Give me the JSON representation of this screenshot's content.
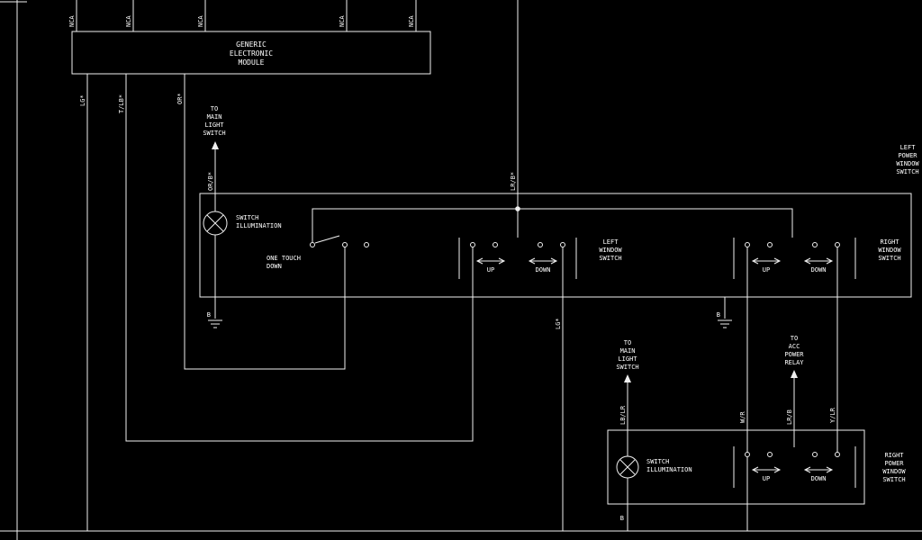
{
  "gem": {
    "lines": [
      "GENERIC",
      "ELECTRONIC",
      "MODULE"
    ]
  },
  "top_labels": [
    "NCA",
    "NCA",
    "NCA",
    "NCA",
    "NCA"
  ],
  "wires": {
    "lg_left": "LG*",
    "tlb": "T/LB*",
    "or": "OR*",
    "orb": "OR/B*",
    "lrb_feed": "LR/B*",
    "lg_out": "LG*",
    "lblr": "LB/LR",
    "wr": "W/R",
    "lrb_acc": "LR/B",
    "ylr": "Y/LR",
    "ground_b": "B"
  },
  "destinations": {
    "main_light_top": [
      "TO",
      "MAIN",
      "LIGHT",
      "SWITCH"
    ],
    "main_light_bottom": [
      "TO",
      "MAIN",
      "LIGHT",
      "SWITCH"
    ],
    "acc_relay": [
      "TO",
      "ACC",
      "POWER",
      "RELAY"
    ]
  },
  "components": {
    "left_power_window_switch": [
      "LEFT",
      "POWER",
      "WINDOW",
      "SWITCH"
    ],
    "right_power_window_switch": [
      "RIGHT",
      "POWER",
      "WINDOW",
      "SWITCH"
    ],
    "left_window_switch": [
      "LEFT",
      "WINDOW",
      "SWITCH"
    ],
    "right_window_switch": [
      "RIGHT",
      "WINDOW",
      "SWITCH"
    ],
    "switch_illumination": [
      "SWITCH",
      "ILLUMINATION"
    ],
    "one_touch_down": [
      "ONE TOUCH",
      "DOWN"
    ]
  },
  "switch_labels": {
    "up": "UP",
    "down": "DOWN"
  },
  "colors": {
    "background": "#000000",
    "wire": "#f0f0f0",
    "text": "#ffffff"
  }
}
